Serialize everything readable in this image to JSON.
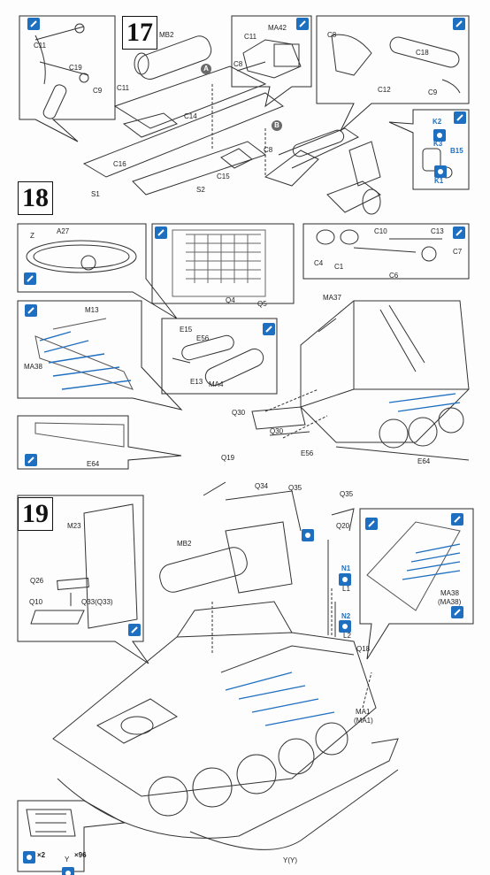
{
  "steps": {
    "s17": "17",
    "s18": "18",
    "s19": "19"
  },
  "markers": {
    "a": "A",
    "b": "B"
  },
  "step17": {
    "inset1": {
      "c11": "C11",
      "c19": "C19",
      "c9": "C9"
    },
    "main": {
      "mb2": "MB2",
      "c11": "C11",
      "c14": "C14",
      "c16": "C16",
      "s1": "S1",
      "s2": "S2",
      "c15": "C15",
      "c8": "C8"
    },
    "inset2": {
      "c11": "C11",
      "ma42": "MA42",
      "c8": "C8"
    },
    "inset3": {
      "c8": "C8",
      "c18": "C18",
      "c12": "C12",
      "c9": "C9"
    },
    "inset4": {
      "k2": "K2",
      "k3": "K3",
      "b15": "B15",
      "k1": "K1"
    }
  },
  "step18": {
    "track_inset": {
      "z": "Z",
      "a27": "A27"
    },
    "hull_inset": {
      "q4": "Q4",
      "q5": "Q5"
    },
    "inset_c": {
      "c10": "C10",
      "c13": "C13",
      "c4": "C4",
      "c1": "C1",
      "c7": "C7",
      "c6": "C6"
    },
    "inset_m": {
      "m13": "M13",
      "ma38": "MA38"
    },
    "inset_e": {
      "e15": "E15",
      "e56": "E56",
      "e13": "E13",
      "ma4": "MA4"
    },
    "inset_e64": {
      "e64": "E64"
    },
    "main": {
      "ma37": "MA37",
      "q30a": "Q30",
      "q30b": "Q30",
      "e56": "E56",
      "e64": "E64"
    }
  },
  "step19": {
    "inset1": {
      "m23": "M23",
      "q26": "Q26",
      "q10": "Q10",
      "q33": "Q33(Q33)"
    },
    "main": {
      "q19": "Q19",
      "q34": "Q34",
      "q35a": "Q35",
      "q35b": "Q35",
      "q20": "Q20",
      "mb2": "MB2",
      "n1": "N1",
      "l1": "L1",
      "n2": "N2",
      "l2": "L2",
      "q18": "Q18",
      "ma1": "MA1",
      "ma1b": "(MA1)",
      "yy": "Y(Y)"
    },
    "inset_r": {
      "ma38": "MA38",
      "ma38b": "(MA38)"
    },
    "track_box": {
      "x2": "×2",
      "y": "Y",
      "x96": "×96"
    }
  }
}
